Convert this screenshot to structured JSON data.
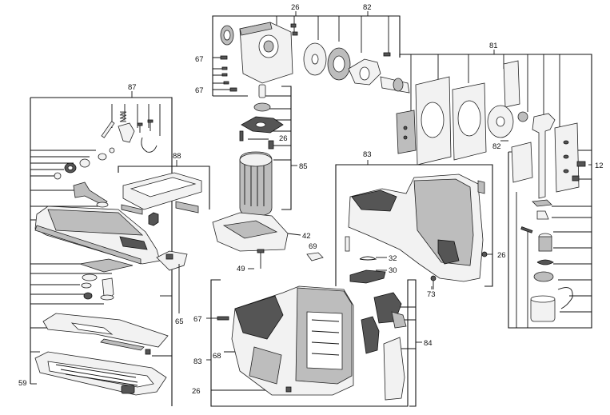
{
  "labels": {
    "n26_top": "26",
    "n82_top": "82",
    "n81": "81",
    "n87": "87",
    "n88": "88",
    "n67_a": "67",
    "n67_b": "67",
    "n26_mid": "26",
    "n85": "85",
    "n83_mid": "83",
    "n82_side": "82",
    "n12": "12",
    "n42": "42",
    "n69": "69",
    "n32": "32",
    "n30": "30",
    "n49": "49",
    "n26_right": "26",
    "n73": "73",
    "n65": "65",
    "n67_low": "67",
    "n84": "84",
    "n83_low": "83",
    "n68": "68",
    "n59": "59",
    "n26_low": "26"
  }
}
